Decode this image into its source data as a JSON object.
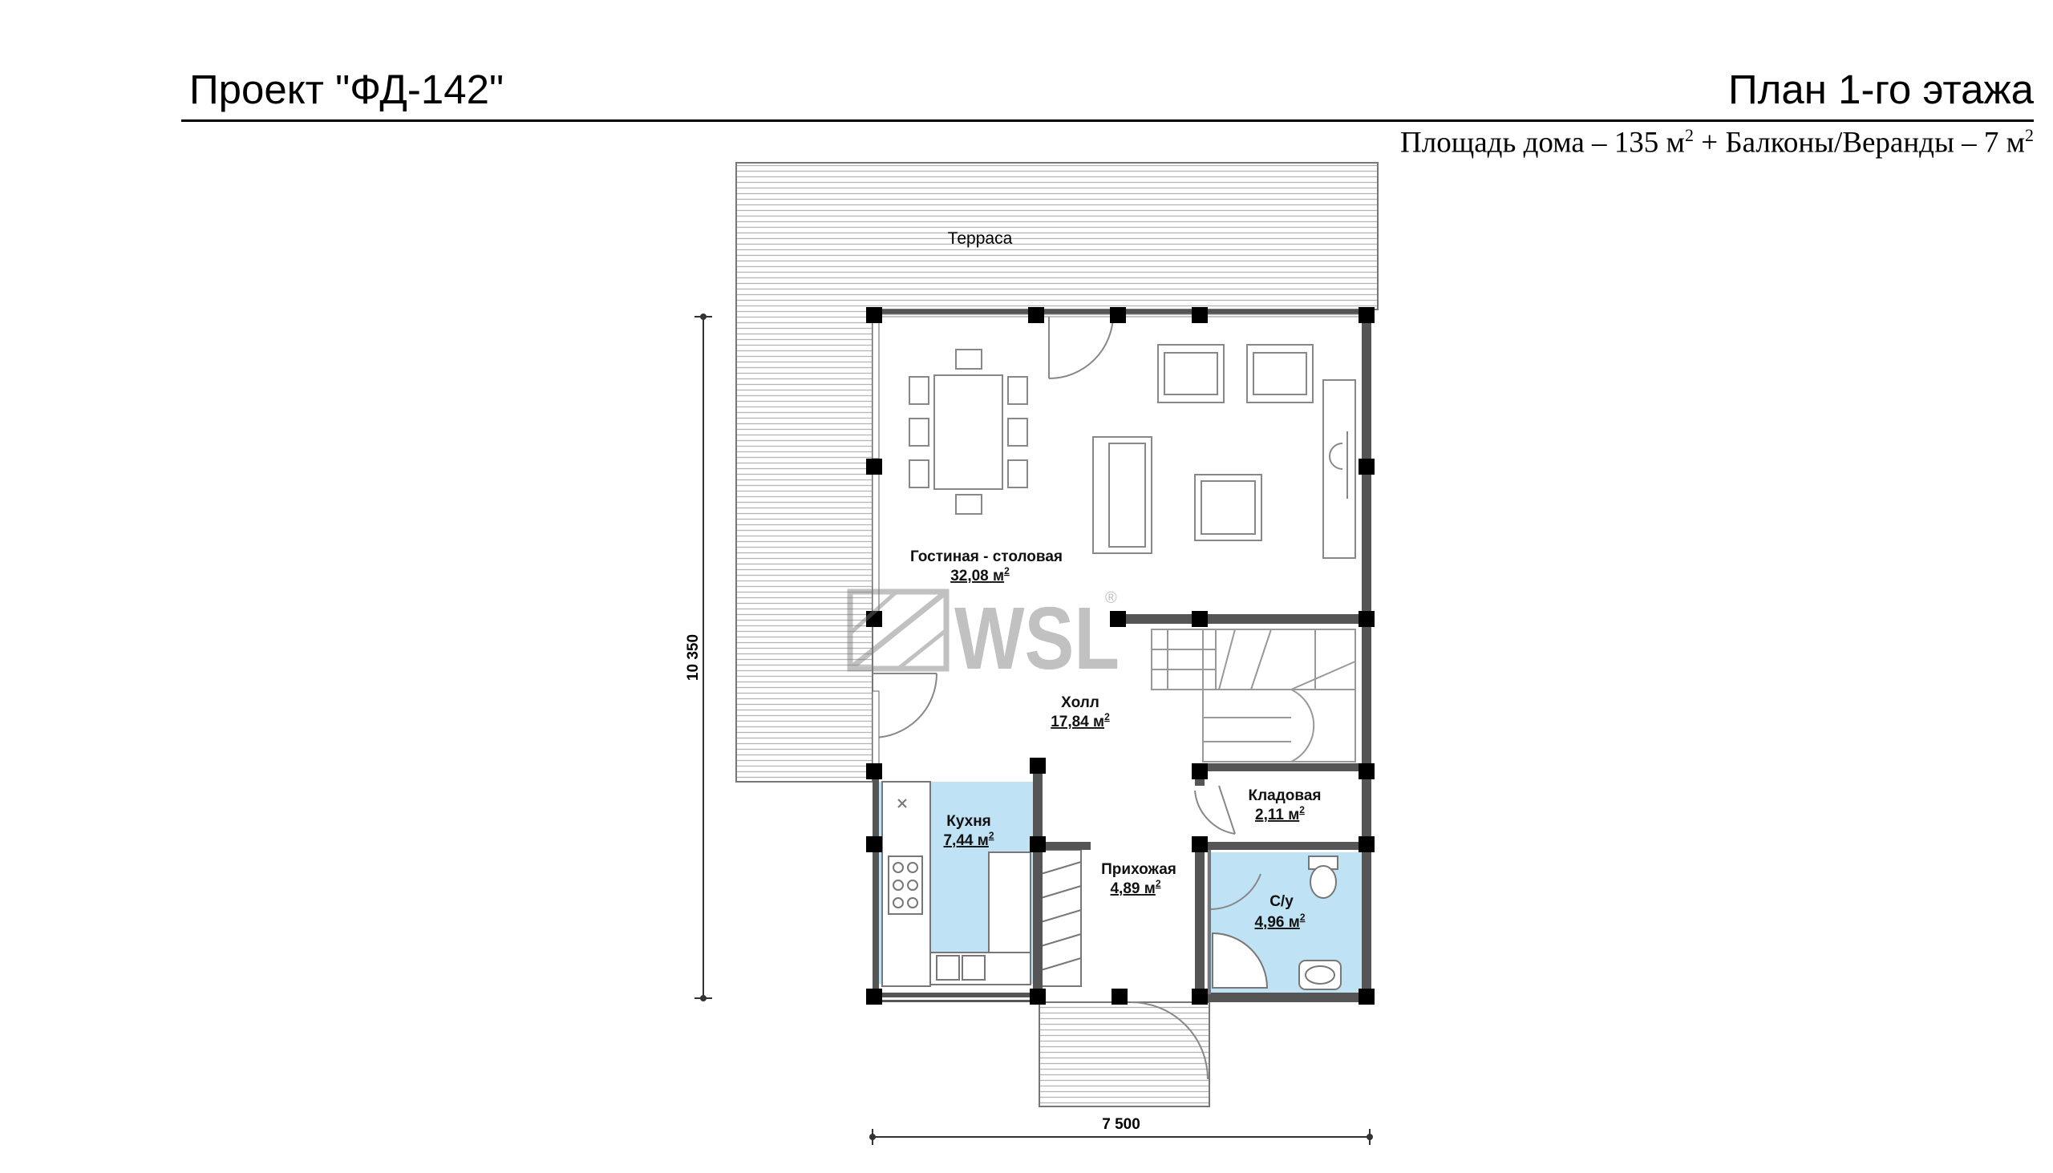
{
  "header": {
    "project_title": "Проект \"ФД-142\"",
    "floor_title": "План 1-го этажа",
    "area": {
      "prefix": "Площадь дома – 135 м",
      "middle": " + Балконы/Веранды – 7 м",
      "sup": "2"
    }
  },
  "plan": {
    "terrace": {
      "label": "Терраса"
    },
    "rooms": [
      {
        "id": "living",
        "name": "Гостиная - столовая",
        "area": "32,08 м",
        "sup": "2"
      },
      {
        "id": "hall",
        "name": "Холл",
        "area": "17,84 м",
        "sup": "2"
      },
      {
        "id": "kitchen",
        "name": "Кухня",
        "area": "7,44 м",
        "sup": "2"
      },
      {
        "id": "pantry",
        "name": "Кладовая",
        "area": "2,11 м",
        "sup": "2"
      },
      {
        "id": "entry",
        "name": "Прихожая",
        "area": "4,89 м",
        "sup": "2"
      },
      {
        "id": "bath",
        "name": "С/у",
        "area": "4,96 м",
        "sup": "2"
      }
    ],
    "dimensions": {
      "depth": "10 350",
      "width": "7 500"
    },
    "watermark": {
      "text": "WSL",
      "reg": "®"
    },
    "colors": {
      "wet_room": "#bfe3f5",
      "wall": "#555555",
      "column": "#000000"
    }
  }
}
